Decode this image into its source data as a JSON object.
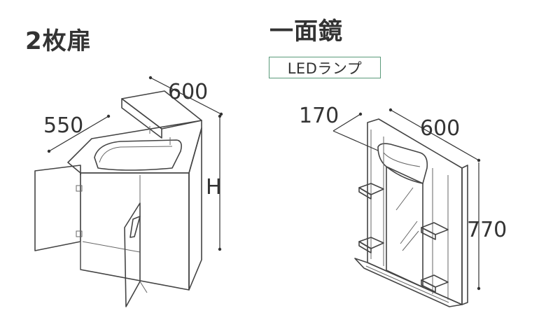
{
  "vanity": {
    "title": "2枚扉",
    "dim_width": "600",
    "dim_depth": "550",
    "dim_height": "H"
  },
  "mirror": {
    "title": "一面鏡",
    "badge": "LEDランプ",
    "dim_depth": "170",
    "dim_width": "600",
    "dim_height": "770"
  },
  "colors": {
    "line": "#444444",
    "text": "#333333",
    "badge_border": "#5a9a7a"
  }
}
